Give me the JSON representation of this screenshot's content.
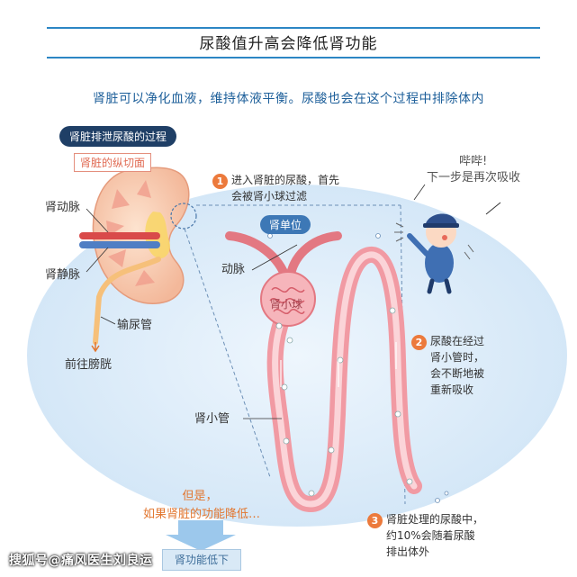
{
  "header": {
    "title": "尿酸值升高会降低肾功能",
    "subtitle": "肾脏可以净化血液，维持体液平衡。尿酸也会在这个过程中排除体内"
  },
  "kidney": {
    "pill": "肾脏排泄尿酸的过程",
    "section_label": "肾脏的纵切面",
    "renal_artery": "肾动脉",
    "renal_vein": "肾静脉",
    "ureter": "输尿管",
    "to_bladder": "前往膀胱"
  },
  "nephron": {
    "unit_label": "肾单位",
    "artery": "动脉",
    "glomerulus": "肾小球",
    "tubule": "肾小管"
  },
  "steps": [
    {
      "num": "1",
      "line1": "进入肾脏的尿酸，首先",
      "line2": "会被肾小球过滤"
    },
    {
      "num": "2",
      "line1": "尿酸在经过",
      "line2": "肾小管时，",
      "line3": "会不断地被",
      "line4": "重新吸收"
    },
    {
      "num": "3",
      "line1": "肾脏处理的尿酸中，",
      "line2": "约10%会随着尿酸",
      "line3": "排出体外"
    }
  ],
  "character": {
    "exclaim": "哔哔!",
    "speech": "下一步是再次吸收"
  },
  "footer": {
    "but": "但是，",
    "if_line": "如果肾脏的功能降低…",
    "low_box": "肾功能低下"
  },
  "watermark": "搜狐号@痛风医生刘良运",
  "colors": {
    "title_line": "#2c86c4",
    "pill_bg": "#1f3f66",
    "accent_orange": "#ec7a3c",
    "tubule_pink": "#f19aa3",
    "bg_oval": "#dfeefa"
  }
}
